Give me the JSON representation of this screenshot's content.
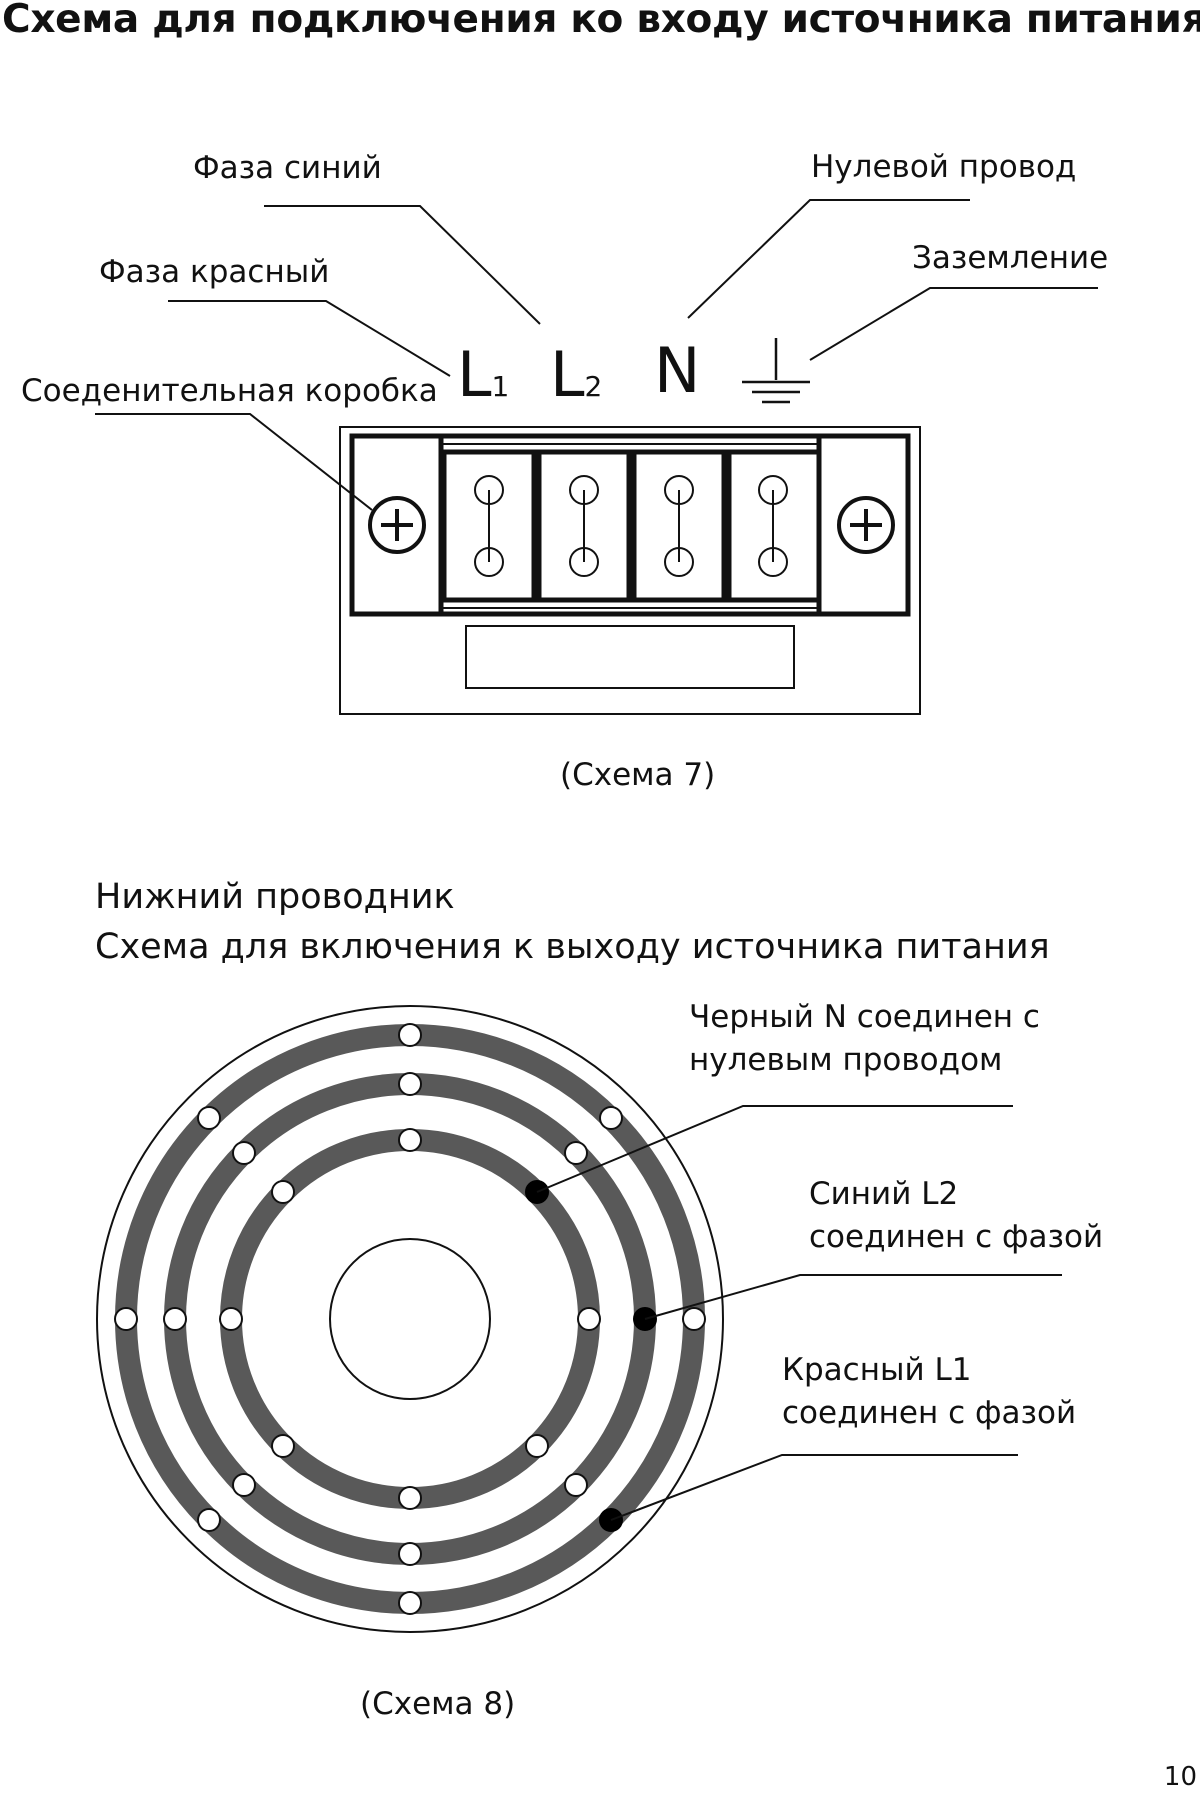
{
  "title": "Схема для подключения ко входу источника питания",
  "scheme7": {
    "labels": {
      "phase_blue": "Фаза синий",
      "phase_red": "Фаза красный",
      "junction_box": "Соеденительная коробка",
      "neutral": "Нулевой провод",
      "ground": "Заземление"
    },
    "terminals": {
      "l1_letter": "L",
      "l1_index": "1",
      "l2_letter": "L",
      "l2_index": "2",
      "n": "N"
    },
    "caption": "(Схема 7)"
  },
  "scheme8": {
    "heading_line1": "Нижний проводник",
    "heading_line2": "Схема для включения к выходу источника питания",
    "labels": {
      "black_line1": "Черный N соединен с",
      "black_line2": "нулевым проводом",
      "blue_line1": "Синий L2",
      "blue_line2": "соединен с фазой",
      "red_line1": "Красный L1",
      "red_line2": "соединен с фазой"
    },
    "caption": "(Схема 8)"
  },
  "page_number": "10",
  "colors": {
    "ring": "#595959",
    "ink": "#111111",
    "background": "#ffffff"
  }
}
